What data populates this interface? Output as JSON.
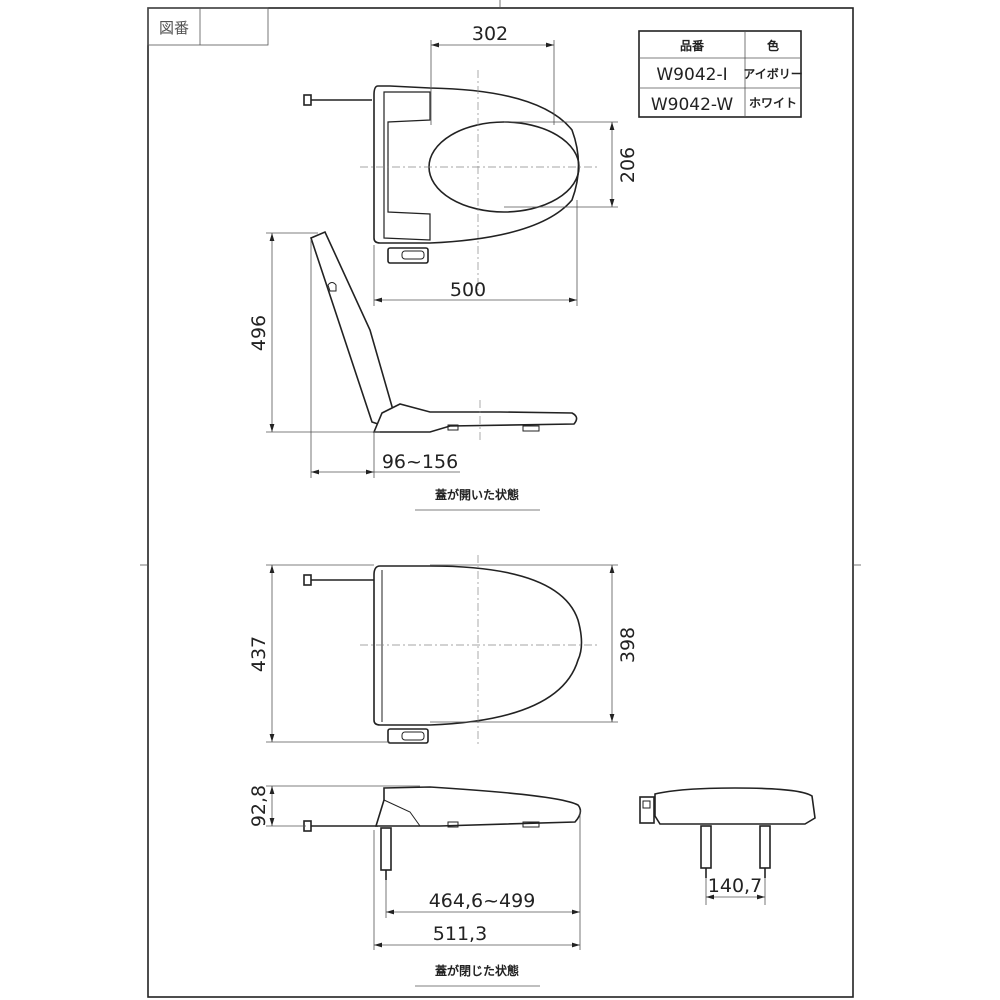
{
  "title_block": {
    "label": "図番",
    "value": ""
  },
  "table": {
    "headers": [
      "品番",
      "色"
    ],
    "rows": [
      {
        "model": "W9042-I",
        "color": "アイボリー"
      },
      {
        "model": "W9042-W",
        "color": "ホワイト"
      }
    ]
  },
  "dimensions": {
    "top_width": "302",
    "top_hole": "206",
    "top_length": "500",
    "open_height": "496",
    "open_offset": "96~156",
    "closed_width": "437",
    "closed_seat_width": "398",
    "closed_height": "92,8",
    "bolt_range": "464,6~499",
    "total_length": "511,3",
    "bolt_spacing": "140,7"
  },
  "captions": {
    "open": "蓋が開いた状態",
    "closed": "蓋が閉じた状態"
  }
}
